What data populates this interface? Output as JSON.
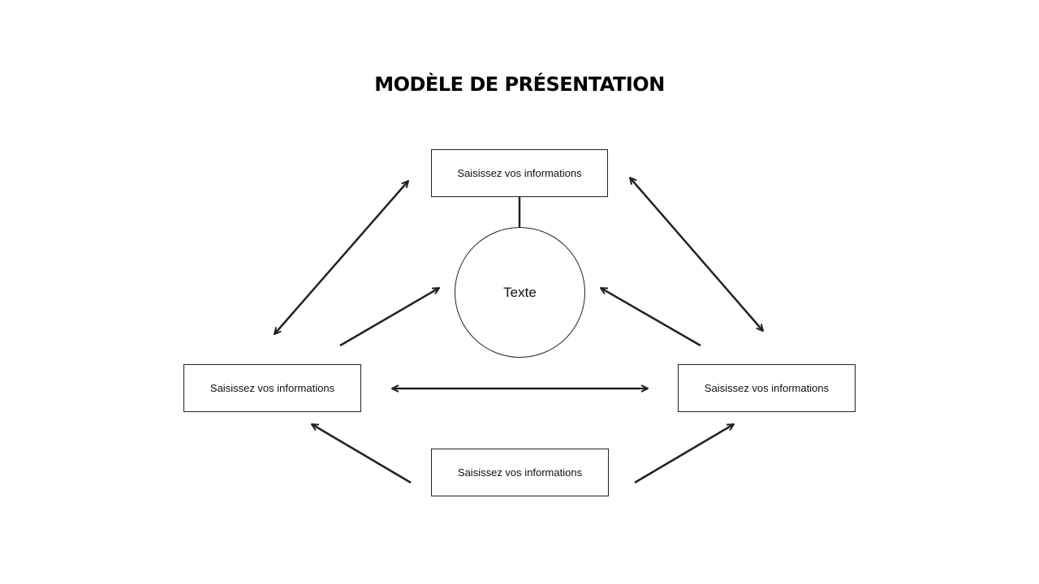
{
  "title": "MODÈLE DE PRÉSENTATION",
  "center": {
    "label": "Texte"
  },
  "boxes": {
    "top": "Saisissez vos informations",
    "left": "Saisissez vos informations",
    "right": "Saisissez vos informations",
    "bottom": "Saisissez vos informations"
  },
  "colors": {
    "stroke": "#222222",
    "background": "#ffffff"
  }
}
